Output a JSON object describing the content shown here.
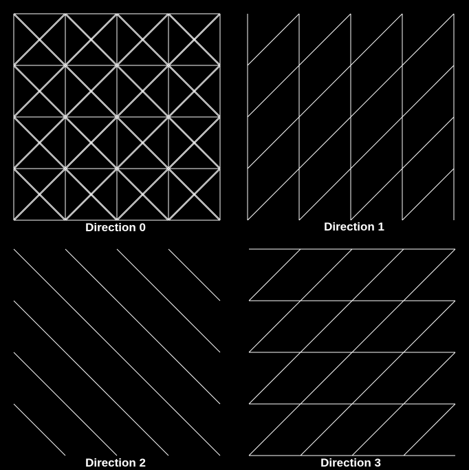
{
  "panels": [
    {
      "label": "Direction 0",
      "direction": "all"
    },
    {
      "label": "Direction 1",
      "direction": "vertical-and-diagonal-up"
    },
    {
      "label": "Direction 2",
      "direction": "diagonal-down"
    },
    {
      "label": "Direction 3",
      "direction": "horizontal-and-diagonal-up"
    }
  ],
  "grid_cells": 4,
  "line_color": "#ffffff",
  "background": "#000000"
}
